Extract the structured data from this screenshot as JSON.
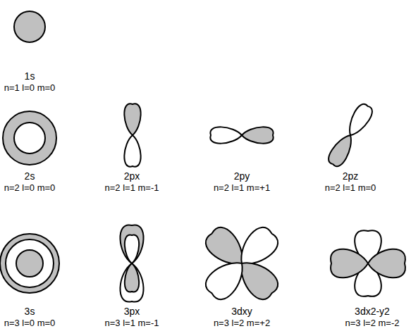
{
  "diagram": {
    "labels": [
      "1s",
      "n=1 l=0 m=0",
      "2s",
      "n=2 l=0 m=0",
      "2px",
      "n=2 l=1 m=-1",
      "2py",
      "n=2 l=1 m=+1",
      "2pz",
      "n=2 l=1 m=0",
      "3s",
      "n=3 l=0 m=0",
      "3px",
      "n=3 l=1 m=-1",
      "3dxy",
      "n=3 l=2 m=+2",
      "3dx2-y2",
      "n=3 l=2 m=-2"
    ]
  }
}
